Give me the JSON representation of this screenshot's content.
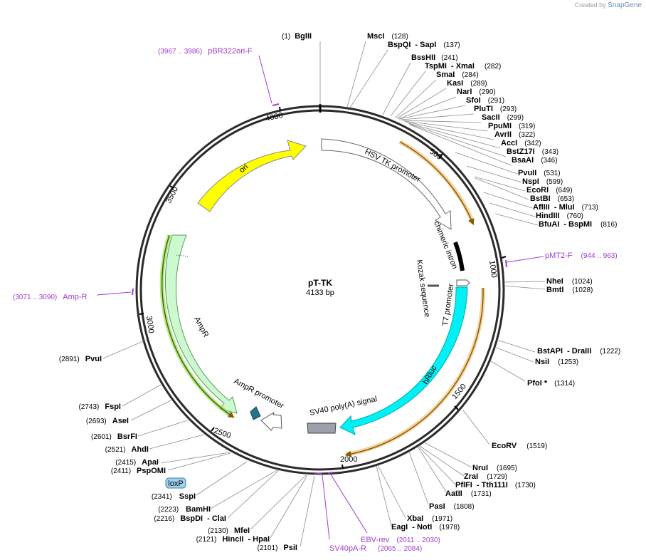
{
  "credit": {
    "prefix": "Created by",
    "brand": "SnapGene"
  },
  "center": {
    "name": "pT-TK",
    "size": "4133 bp"
  },
  "ticks": [
    "500",
    "1000",
    "1500",
    "2000",
    "2500",
    "3000",
    "3500",
    "4000"
  ],
  "features": [
    "ori",
    "HSV TK promoter",
    "chimeric intron",
    "Kozak sequence",
    "T7 promoter",
    "hRluc",
    "SV40 poly(A) signal",
    "AmpR promoter",
    "AmpR"
  ],
  "tag": "loxP",
  "enzymes": [
    {
      "name": "BglII",
      "pos": "(1)"
    },
    {
      "name": "MscI",
      "pos": "(128)"
    },
    {
      "name": "BspQI",
      "sep": "- SapI",
      "pos": "(137)"
    },
    {
      "name": "BssHII",
      "pos": "(241)"
    },
    {
      "name": "TspMI",
      "sep": "- XmaI",
      "pos": "(282)"
    },
    {
      "name": "SmaI",
      "pos": "(284)"
    },
    {
      "name": "KasI",
      "pos": "(289)"
    },
    {
      "name": "NarI",
      "pos": "(290)"
    },
    {
      "name": "SfoI",
      "pos": "(291)"
    },
    {
      "name": "PluTI",
      "pos": "(293)"
    },
    {
      "name": "SacII",
      "pos": "(299)"
    },
    {
      "name": "PpuMI",
      "pos": "(319)"
    },
    {
      "name": "AvrII",
      "pos": "(322)"
    },
    {
      "name": "AccI",
      "pos": "(342)"
    },
    {
      "name": "BstZ17I",
      "pos": "(343)"
    },
    {
      "name": "BsaAI",
      "pos": "(346)"
    },
    {
      "name": "PvuII",
      "pos": "(531)"
    },
    {
      "name": "NspI",
      "pos": "(599)"
    },
    {
      "name": "EcoRI",
      "pos": "(649)"
    },
    {
      "name": "BstBI",
      "pos": "(653)"
    },
    {
      "name": "AflIII",
      "sep": "- MluI",
      "pos": "(713)"
    },
    {
      "name": "HindIII",
      "pos": "(760)"
    },
    {
      "name": "BfuAI",
      "sep": "- BspMI",
      "pos": "(816)"
    },
    {
      "name": "NheI",
      "pos": "(1024)"
    },
    {
      "name": "BmtI",
      "pos": "(1028)"
    },
    {
      "name": "BstAPI",
      "sep": "- DraIII",
      "pos": "(1222)"
    },
    {
      "name": "NsiI",
      "pos": "(1253)"
    },
    {
      "name": "PfoI *",
      "pos": "(1314)"
    },
    {
      "name": "EcoRV",
      "pos": "(1519)"
    },
    {
      "name": "NruI",
      "pos": "(1695)"
    },
    {
      "name": "ZraI",
      "pos": "(1729)"
    },
    {
      "name": "PflFI",
      "sep": "- Tth111I",
      "pos": "(1730)"
    },
    {
      "name": "AatII",
      "pos": "(1731)"
    },
    {
      "name": "PasI",
      "pos": "(1808)"
    },
    {
      "name": "XbaI",
      "pos": "(1971)"
    },
    {
      "name": "EagI",
      "sep": "- NotI",
      "pos": "(1978)"
    },
    {
      "name": "PsiI",
      "pos": "(2101)"
    },
    {
      "name": "HincII",
      "sep": "- HpaI",
      "pos": "(2121)"
    },
    {
      "name": "MfeI",
      "pos": "(2130)"
    },
    {
      "name": "BspDI",
      "sep": "- ClaI",
      "pos": "(2216)"
    },
    {
      "name": "BamHI",
      "pos": "(2223)"
    },
    {
      "name": "SspI",
      "pos": "(2341)"
    },
    {
      "name": "PspOMI",
      "pos": "(2411)"
    },
    {
      "name": "ApaI",
      "pos": "(2415)"
    },
    {
      "name": "AhdI",
      "pos": "(2521)"
    },
    {
      "name": "BsrFI",
      "pos": "(2601)"
    },
    {
      "name": "AseI",
      "pos": "(2693)"
    },
    {
      "name": "FspI",
      "pos": "(2743)"
    },
    {
      "name": "PvuI",
      "pos": "(2891)"
    }
  ],
  "primers": [
    {
      "name": "pBR322ori-F",
      "range": "(3967 .. 3986)"
    },
    {
      "name": "pMT2-F",
      "range": "(944 .. 963)"
    },
    {
      "name": "Amp-R",
      "range": "(3071 .. 3090)"
    },
    {
      "name": "EBV-rev",
      "range": "(2011 .. 2030)"
    },
    {
      "name": "SV40pA-R",
      "range": "(2065 .. 2084)"
    }
  ]
}
